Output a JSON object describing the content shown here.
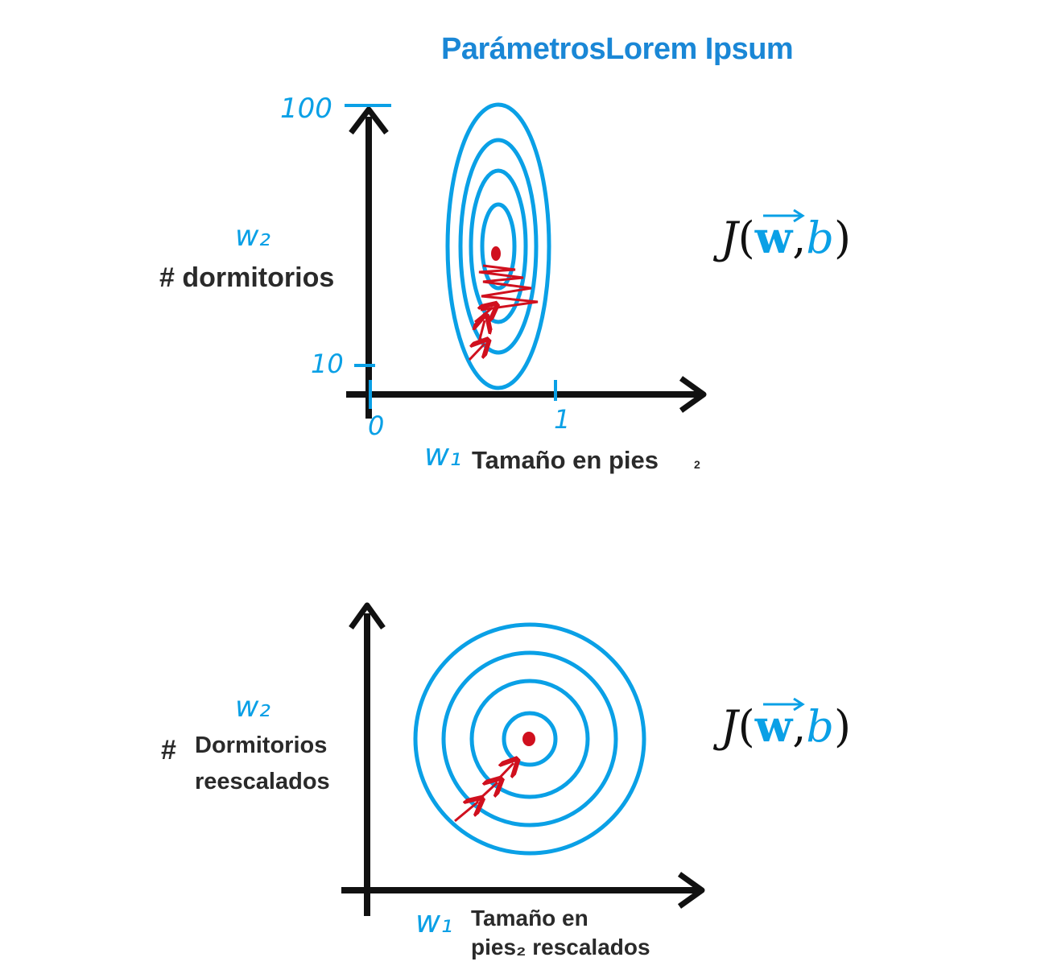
{
  "title": "ParámetrosLorem Ipsum",
  "colors": {
    "accent": "#1a87d6",
    "contour": "#0aa0e6",
    "path": "#d0101e",
    "axis": "#111111"
  },
  "top_plot": {
    "y_var": "w₂",
    "y_label": "# dormitorios",
    "x_var": "w₁",
    "x_label_main": "Tamaño en pies",
    "x_label_sub": "2",
    "y_ticks": [
      "100",
      "10"
    ],
    "x_ticks": [
      "0",
      "1"
    ],
    "cost_fn": {
      "J": "J",
      "w": "w",
      "b": "b"
    }
  },
  "bottom_plot": {
    "y_var": "w₂",
    "y_label_line1": "Dormitorios",
    "y_label_line2": "reescalados",
    "y_hash": "#",
    "x_var": "w₁",
    "x_label_line1": "Tamaño en",
    "x_label_line2": "pies₂ rescalados",
    "cost_fn": {
      "J": "J",
      "w": "w",
      "b": "b"
    }
  }
}
